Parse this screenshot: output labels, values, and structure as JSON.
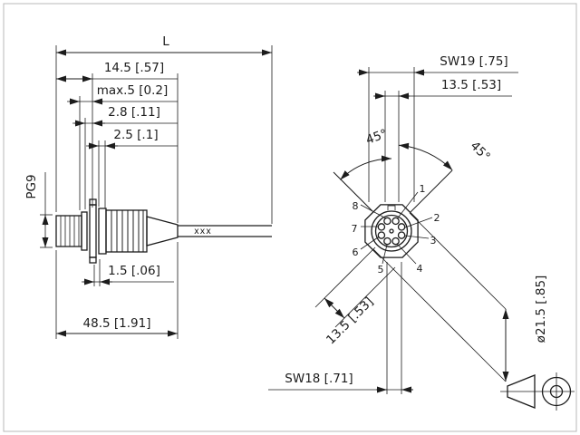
{
  "page": {
    "background": "#ffffff",
    "line_color": "#1c1c1c"
  },
  "side_view": {
    "dims": {
      "overall": "L",
      "front_len": "14.5 [.57]",
      "clamp_max": "max.5 [0.2]",
      "washer_a": "2.8 [.11]",
      "washer_b": "2.5 [.1]",
      "washer_c": "1.5 [.06]",
      "body_len": "48.5 [1.91]",
      "thread": "PG9"
    },
    "cable_mark": "xxx"
  },
  "front_view": {
    "dims": {
      "sw19": "SW19 [.75]",
      "width_top": "13.5 [.53]",
      "angle_left": "45°",
      "angle_right": "45°",
      "width_diag": "13.5 [.53]",
      "sw18": "SW18 [.71]",
      "diameter": "ø21.5 [.85]"
    },
    "pins": [
      "1",
      "2",
      "3",
      "4",
      "5",
      "6",
      "7",
      "8"
    ]
  }
}
